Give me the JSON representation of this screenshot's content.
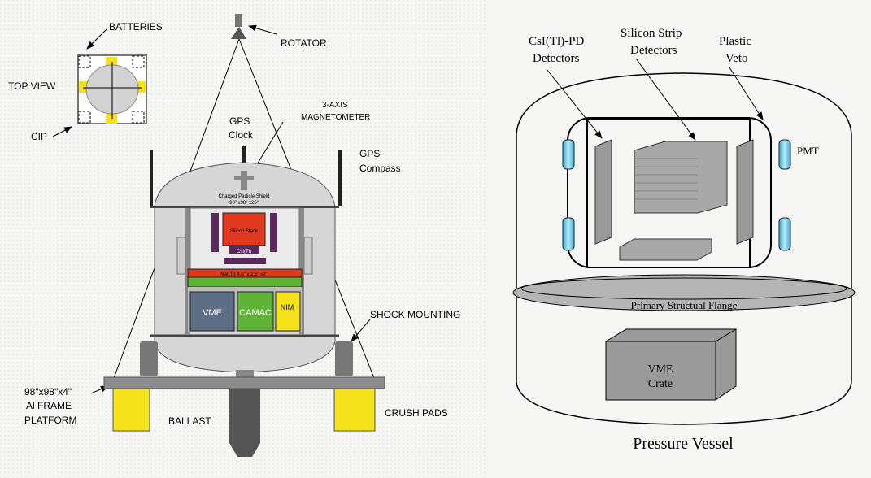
{
  "left": {
    "labels": {
      "batteries": "BATTERIES",
      "top_view": "TOP VIEW",
      "cip": "CIP",
      "rotator": "ROTATOR",
      "gps_clock_1": "GPS",
      "gps_clock_2": "Clock",
      "magnetometer_1": "3-AXIS",
      "magnetometer_2": "MAGNETOMETER",
      "gps_compass_1": "GPS",
      "gps_compass_2": "Compass",
      "shield_1": "Charged Particle Shield",
      "shield_2": "98\" x98\" x25\"",
      "silicon_stack": "Silicon Stack",
      "csi": "CsI(Tl)",
      "nai": "NaI(Tl) 4.0\" x 2.5\" x2\"",
      "vme": "VME",
      "camac": "CAMAC",
      "nim": "NIM",
      "shock_mounting": "SHOCK MOUNTING",
      "platform_1": "98\"x98\"x4\"",
      "platform_2": "Al FRAME",
      "platform_3": "PLATFORM",
      "ballast": "BALLAST",
      "crush_pads": "CRUSH PADS"
    },
    "colors": {
      "battery": "#f5e21a",
      "red": "#e03a1e",
      "purple": "#5a2a5c",
      "green": "#5fb336",
      "vme": "#5c6f86"
    }
  },
  "right": {
    "labels": {
      "csi_1": "CsI(Tl)-PD",
      "csi_2": "Detectors",
      "si_1": "Silicon Strip",
      "si_2": "Detectors",
      "veto_1": "Plastic",
      "veto_2": "Veto",
      "pmt": "PMT",
      "flange": "Primary Structual Flange",
      "vme_1": "VME",
      "vme_2": "Crate",
      "title": "Pressure Vessel"
    },
    "colors": {
      "pmt": "#7fd3f0",
      "flange": "#b5b5b5"
    }
  }
}
